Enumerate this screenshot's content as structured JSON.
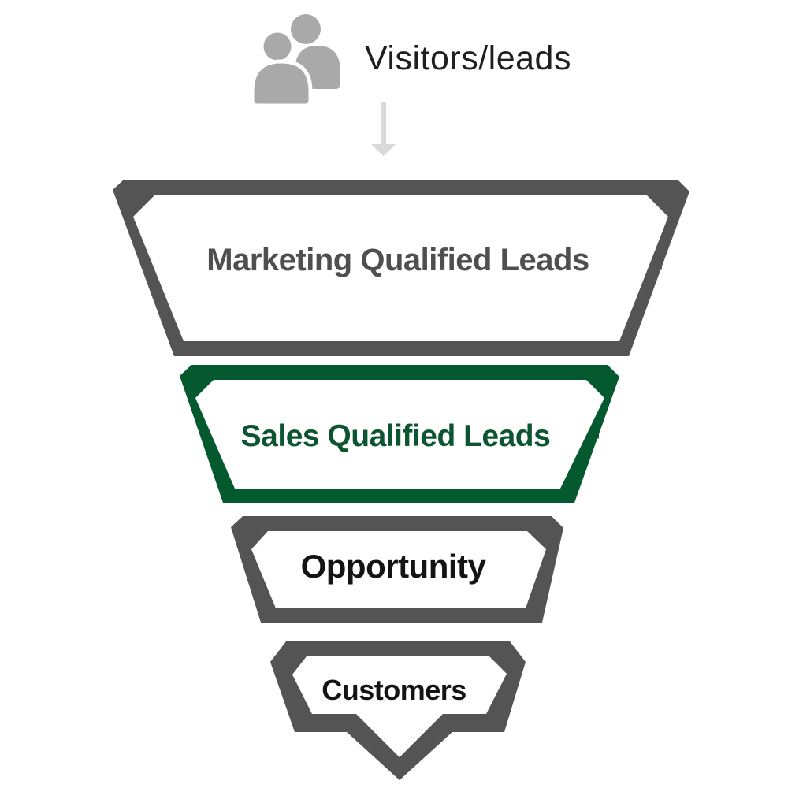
{
  "header": {
    "title": "Visitors/leads",
    "icon": "people-icon",
    "arrow": "down-arrow-icon"
  },
  "colors": {
    "funnel_gray": "#545454",
    "funnel_green": "#05592E",
    "label_gray": "#4F4F4F",
    "label_green": "#0B5530",
    "label_black": "#141414",
    "title_text": "#1F1F1F",
    "people_icon_gray": "#A9A9A9",
    "arrow_gray": "#D9D9D9",
    "background": "#FFFFFF"
  },
  "funnel": {
    "stages": [
      {
        "label": "Marketing Qualified Leads",
        "border_color": "#545454",
        "text_color": "#4F4F4F",
        "highlighted": false
      },
      {
        "label": "Sales Qualified Leads",
        "border_color": "#05592E",
        "text_color": "#0B5530",
        "highlighted": true
      },
      {
        "label": "Opportunity",
        "border_color": "#545454",
        "text_color": "#141414",
        "highlighted": false
      },
      {
        "label": "Customers",
        "border_color": "#545454",
        "text_color": "#141414",
        "highlighted": false
      }
    ]
  }
}
